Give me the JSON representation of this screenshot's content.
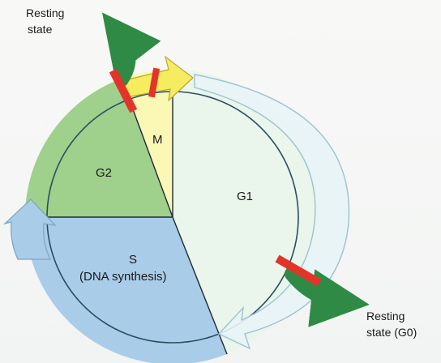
{
  "phases": {
    "m": "M",
    "g1": "G1",
    "g2": "G2",
    "s": "S",
    "s_sub": "(DNA synthesis)"
  },
  "resting_top": {
    "line1": "Resting",
    "line2": "state"
  },
  "resting_bottom": {
    "line1": "Resting",
    "line2": "state (G0)"
  },
  "colors": {
    "g1": "#eaf5ec",
    "g2": "#9fd08c",
    "s": "#a9cce8",
    "m": "#fbf8b6",
    "rest_arrow": "#2f8a46",
    "checkpoint": "#e3342a"
  }
}
